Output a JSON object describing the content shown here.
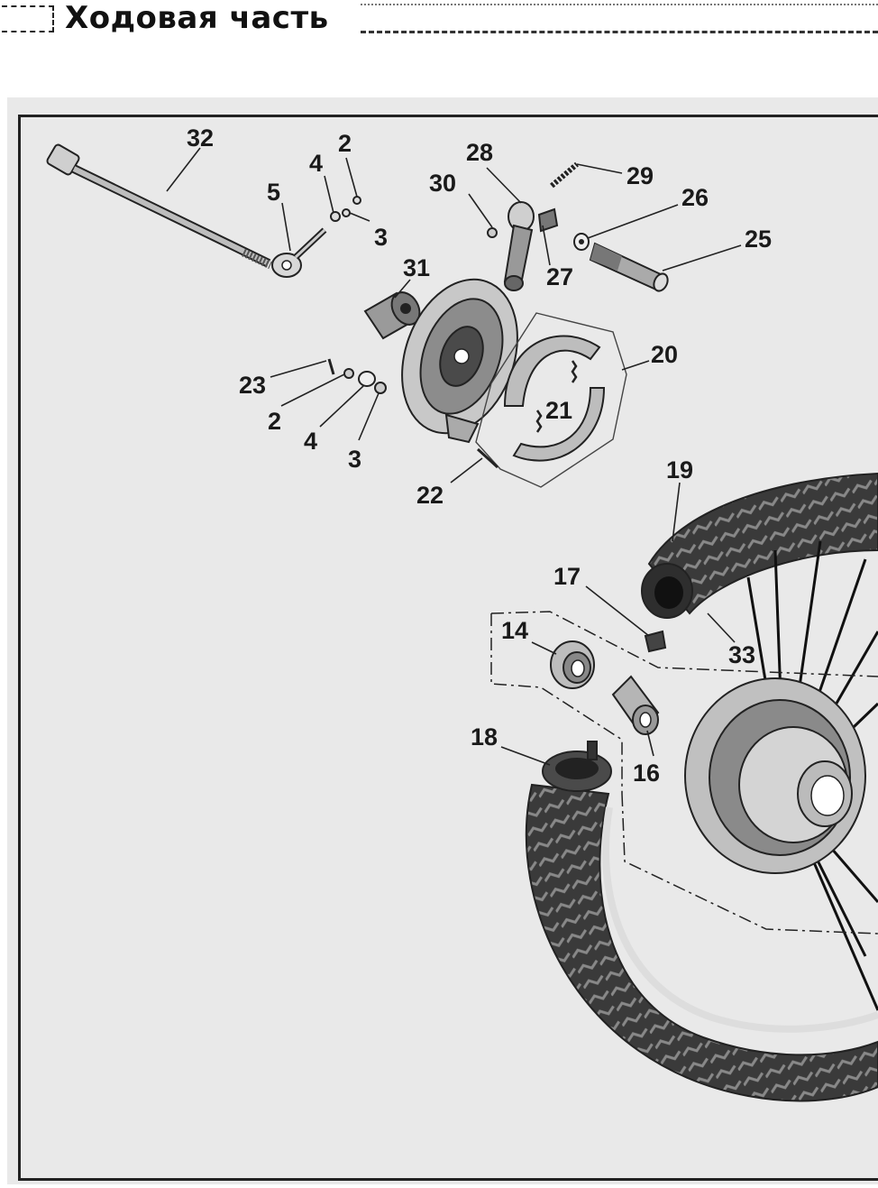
{
  "header": {
    "title": "Ходовая часть"
  },
  "labels": {
    "l32": "32",
    "l2a": "2",
    "l4a": "4",
    "l5": "5",
    "l3a": "3",
    "l28": "28",
    "l29": "29",
    "l30": "30",
    "l26": "26",
    "l25": "25",
    "l27": "27",
    "l31": "31",
    "l20": "20",
    "l21": "21",
    "l23": "23",
    "l2b": "2",
    "l4b": "4",
    "l3b": "3",
    "l22": "22",
    "l19": "19",
    "l17": "17",
    "l14": "14",
    "l33": "33",
    "l18": "18",
    "l16": "16"
  }
}
